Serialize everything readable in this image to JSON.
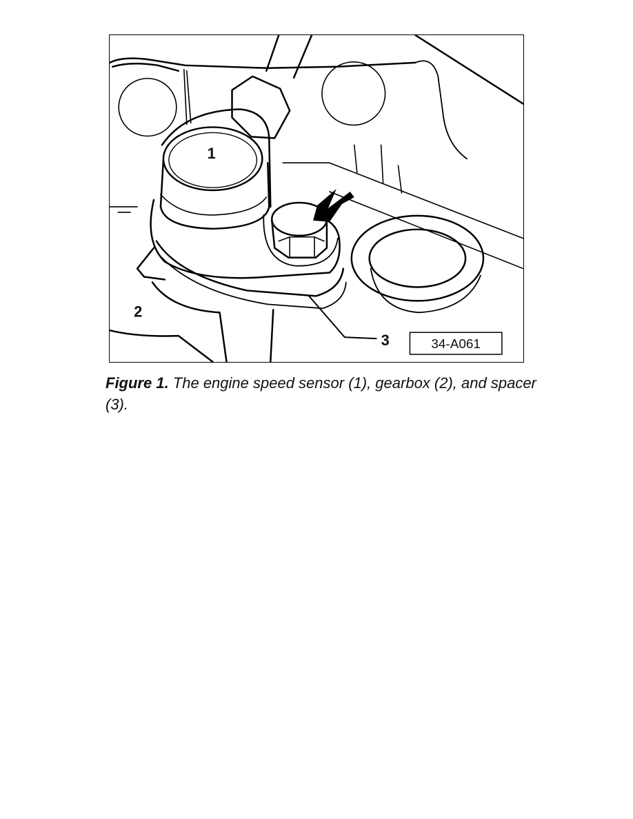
{
  "figure": {
    "callouts": {
      "sensor": "1",
      "gearbox": "2",
      "spacer": "3"
    },
    "reference_code": "34-A061"
  },
  "caption": {
    "lead": "Figure 1.",
    "text": " The engine speed sensor (1), gearbox (2), and spacer (3)."
  }
}
